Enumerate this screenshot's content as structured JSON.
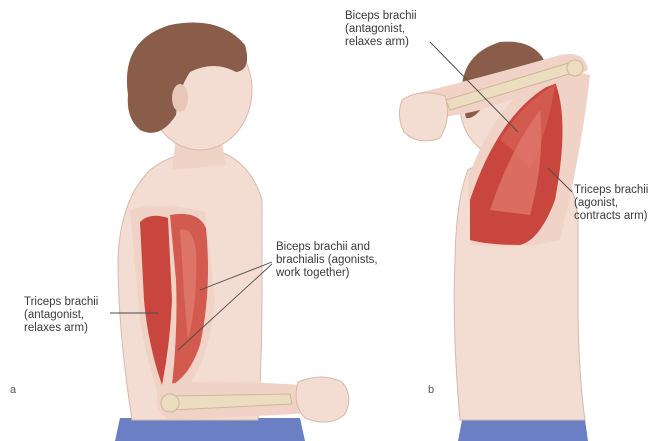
{
  "panel_a": {
    "letter": "a",
    "labels": {
      "triceps": [
        "Triceps brachii",
        "(antagonist,",
        "relaxes arm)"
      ],
      "biceps": [
        "Biceps brachii and",
        "brachialis (agonists,",
        "work together)"
      ]
    }
  },
  "panel_b": {
    "letter": "b",
    "labels": {
      "biceps": [
        "Biceps brachii",
        "(antagonist,",
        "relaxes arm)"
      ],
      "triceps": [
        "Triceps brachii",
        "(agonist,",
        "contracts arm)"
      ]
    }
  },
  "colors": {
    "skin": "#f3ddd2",
    "skin_shadow": "#e2c2b3",
    "hair": "#8a5d4a",
    "muscle": "#c9463f",
    "muscle_light": "#e07a6c",
    "bone": "#ecdcc0",
    "pants": "#6a7fc4",
    "leader_line": "#4a4a4a"
  }
}
